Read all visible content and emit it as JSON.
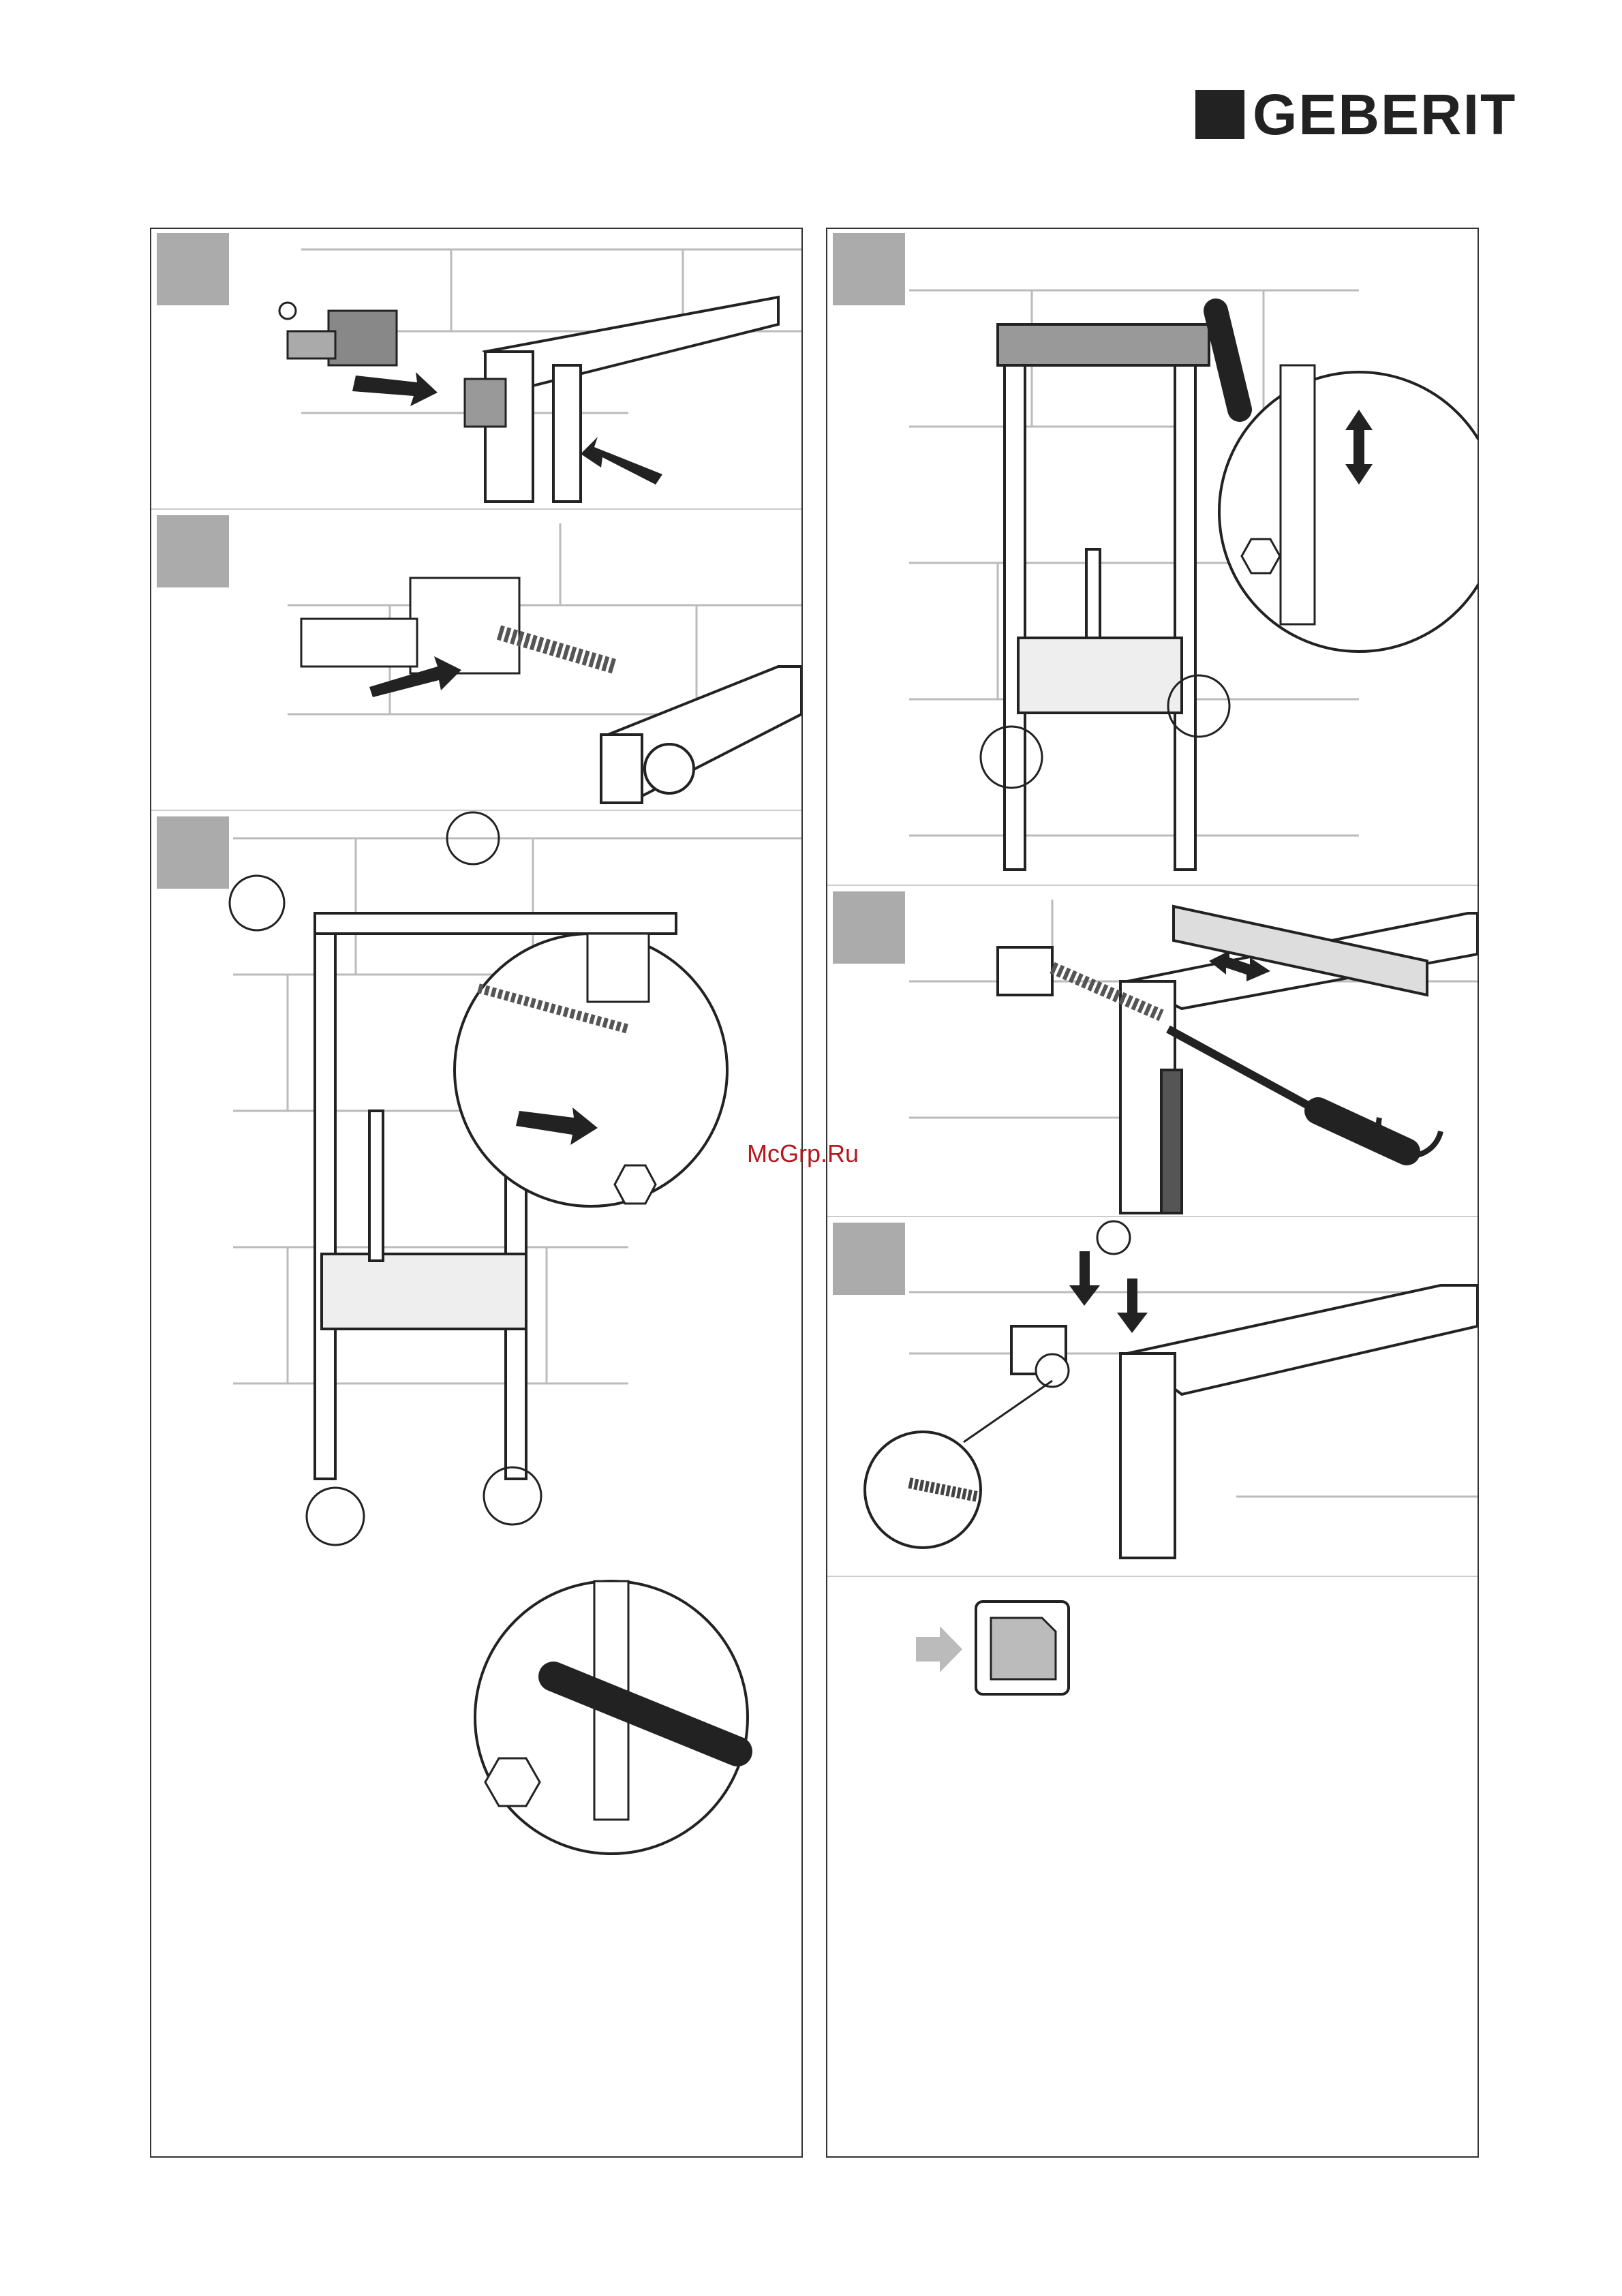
{
  "header": {
    "brand": "GEBERIT"
  },
  "watermark": "McGrp.Ru",
  "left_column": {
    "steps": [
      {
        "id": "step-1"
      },
      {
        "id": "step-2"
      },
      {
        "id": "step-3"
      }
    ]
  },
  "right_column": {
    "steps": [
      {
        "id": "step-4"
      },
      {
        "id": "step-5"
      },
      {
        "id": "step-6"
      },
      {
        "id": "step-7"
      }
    ]
  },
  "icons": {
    "pull-arrow": "arrow-right-icon",
    "push-arrow": "arrow-left-icon",
    "hex-key": "hexagon-icon",
    "height-adjust": "double-arrow-vertical-icon",
    "rotate": "rotate-icon",
    "document": "document-page-icon",
    "next": "arrow-next-icon"
  }
}
